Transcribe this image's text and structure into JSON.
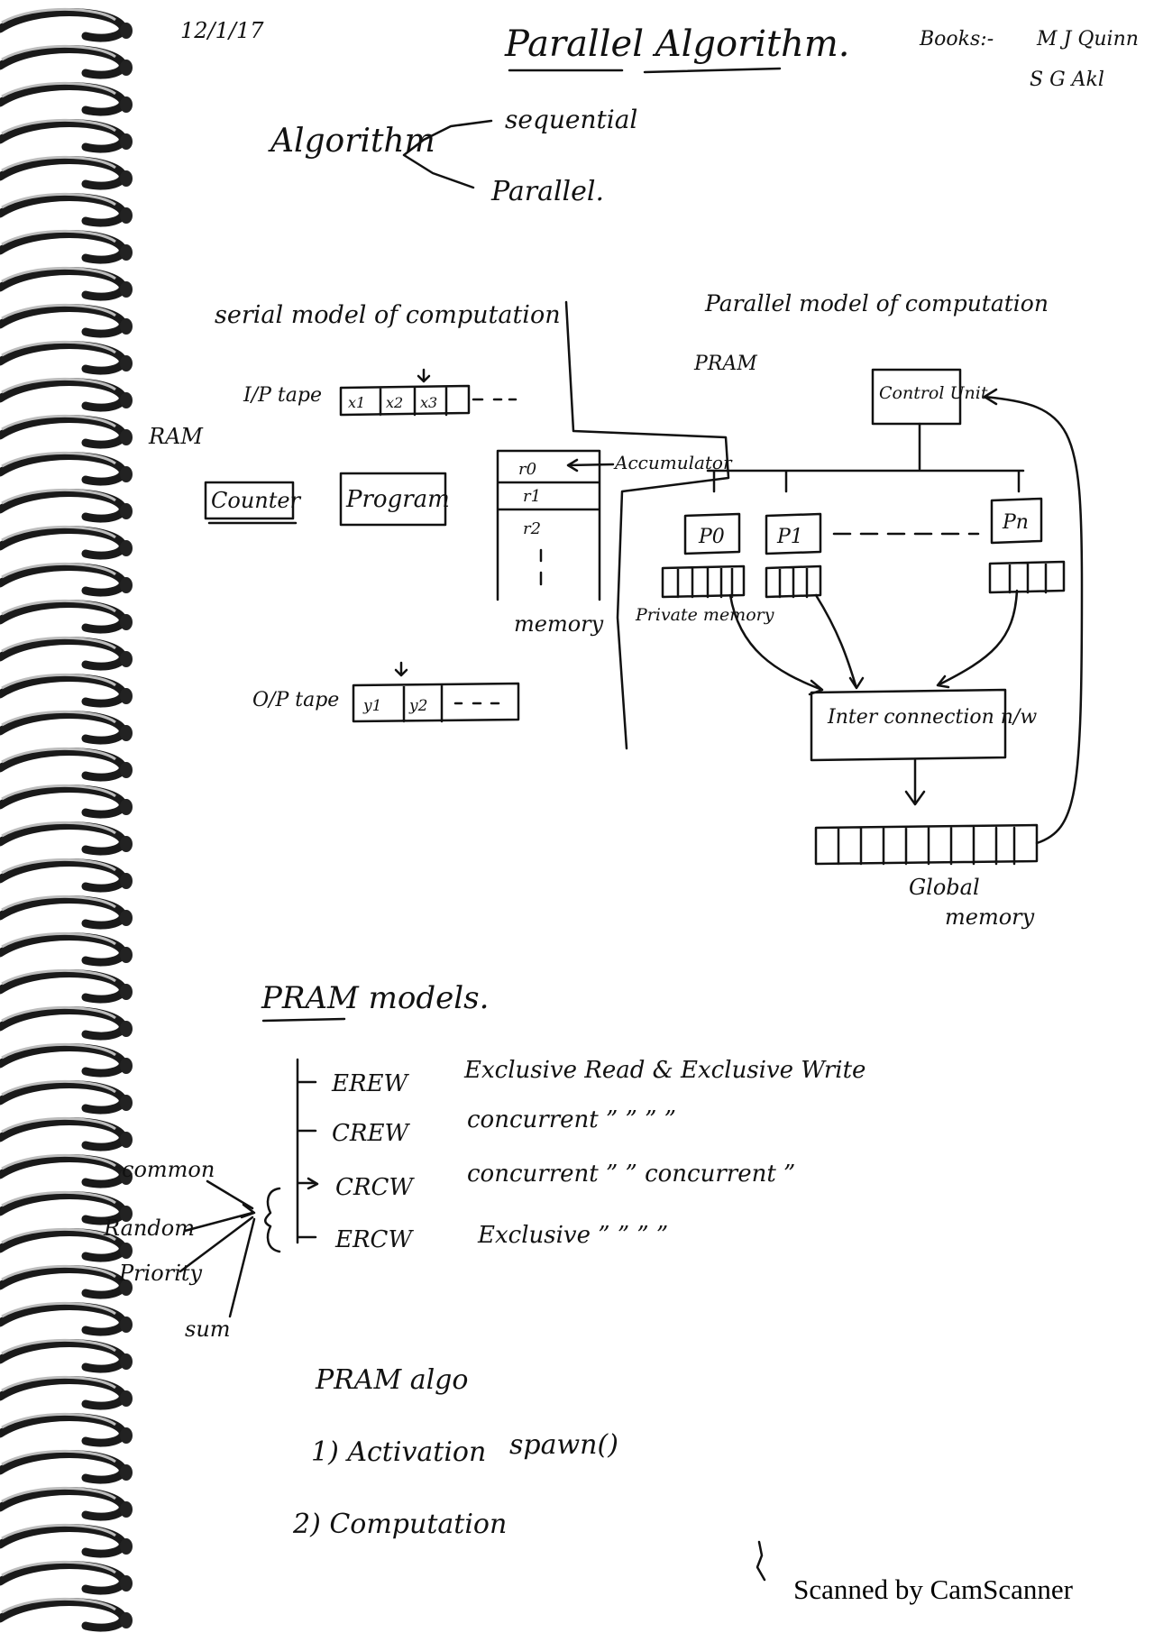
{
  "header": {
    "date": "12/1/17",
    "title": "Parallel Algorithm.",
    "books_label": "Books:-",
    "books": [
      "M J Quinn",
      "S G Akl"
    ]
  },
  "algorithm_tree": {
    "root": "Algorithm",
    "branches": [
      "sequential",
      "Parallel."
    ]
  },
  "serial_model": {
    "title": "serial model of computation",
    "ram_label": "RAM",
    "input_tape_label": "I/P tape",
    "input_cells": [
      "x1",
      "x2",
      "x3"
    ],
    "output_tape_label": "O/P tape",
    "output_cells": [
      "y1",
      "y2"
    ],
    "counter": "Counter",
    "program": "Program",
    "memory_cells": [
      "r0",
      "r1",
      "r2"
    ],
    "accumulator": "Accumulator",
    "memory_label": "memory"
  },
  "parallel_model": {
    "title": "Parallel model of computation",
    "pram_label": "PRAM",
    "control_unit": "Control Unit",
    "processors": [
      "P0",
      "P1",
      "Pn"
    ],
    "private_memory": "Private memory",
    "interconnection": "Inter connection n/w",
    "global_memory": "Global memory"
  },
  "pram_models": {
    "title": "PRAM models.",
    "models": [
      {
        "name": "EREW",
        "desc": "Exclusive Read & Exclusive Write"
      },
      {
        "name": "CREW",
        "desc": "concurrent ”  ”  ”  ”"
      },
      {
        "name": "CRCW",
        "desc": "concurrent ”  ”  concurrent ”"
      },
      {
        "name": "ERCW",
        "desc": "Exclusive ”  ”  ”  ”"
      }
    ],
    "crcw_variants": [
      "common",
      "Random",
      "Priority",
      "sum"
    ]
  },
  "pram_algo": {
    "title": "PRAM algo",
    "steps": [
      "1) Activation",
      "2) Computation"
    ],
    "activation_call": "spawn()"
  },
  "footer": {
    "scanner": "Scanned by CamScanner"
  }
}
